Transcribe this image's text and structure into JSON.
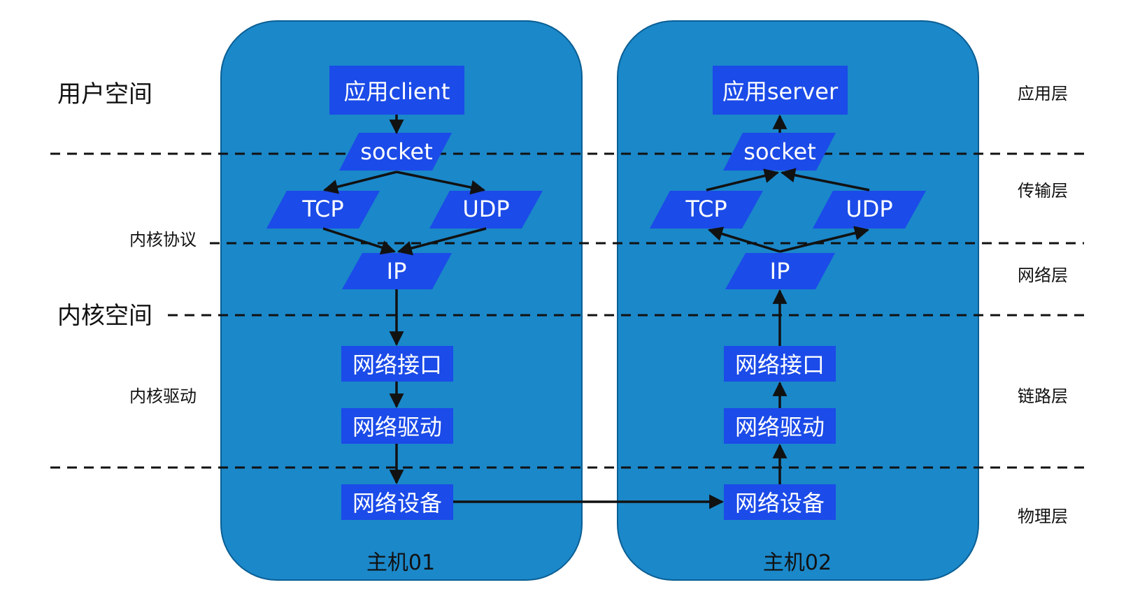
{
  "zones": {
    "user_space": "用户空间",
    "kernel_space": "内核空间",
    "kernel_protocol": "内核协议",
    "kernel_driver": "内核驱动"
  },
  "layers": {
    "application": "应用层",
    "transport": "传输层",
    "network": "网络层",
    "link": "链路层",
    "physical": "物理层"
  },
  "hosts": [
    {
      "label": "主机01",
      "nodes": {
        "app": "应用client",
        "socket": "socket",
        "tcp": "TCP",
        "udp": "UDP",
        "ip": "IP",
        "net_interface": "网络接口",
        "net_driver": "网络驱动",
        "net_device": "网络设备"
      }
    },
    {
      "label": "主机02",
      "nodes": {
        "app": "应用server",
        "socket": "socket",
        "tcp": "TCP",
        "udp": "UDP",
        "ip": "IP",
        "net_interface": "网络接口",
        "net_driver": "网络驱动",
        "net_device": "网络设备"
      }
    }
  ],
  "colors": {
    "host_panel": "#1b88c9",
    "node_fill": "#1b4be8",
    "node_text": "#ffffff",
    "line": "#111111"
  }
}
